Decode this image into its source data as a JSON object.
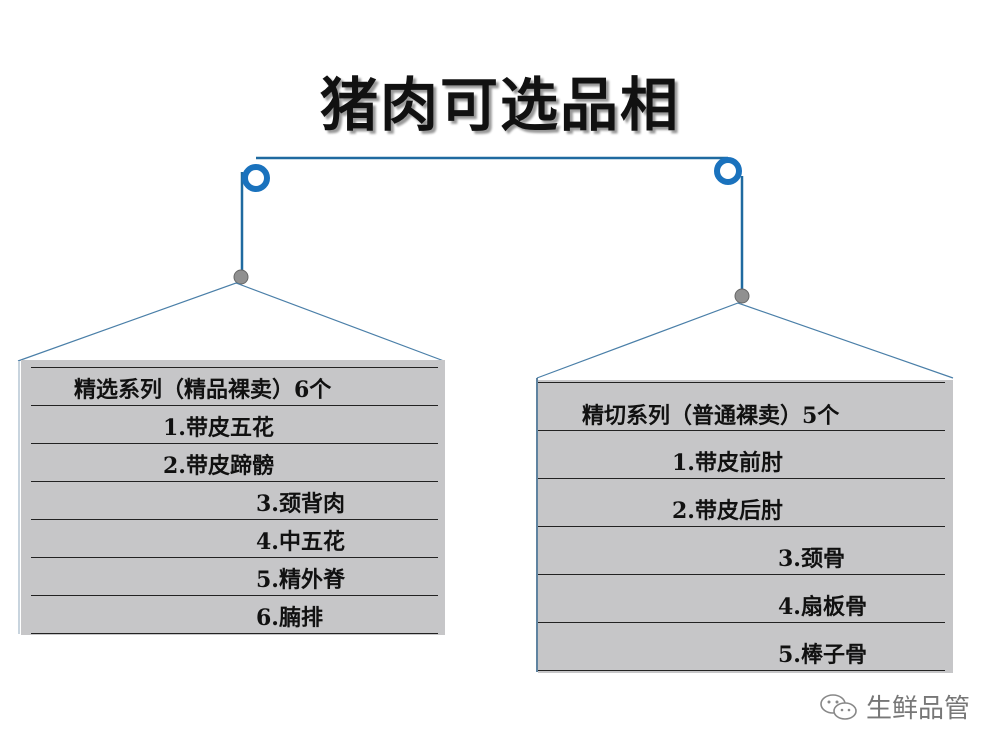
{
  "title": "猪肉可选品相",
  "left_table": {
    "header": "精选系列（精品裸卖）6个",
    "items": [
      "1.带皮五花",
      "2.带皮蹄髈",
      "3.颈背肉",
      "4.中五花",
      "5.精外脊",
      "6.腩排"
    ]
  },
  "right_table": {
    "header": "精切系列（普通裸卖）5个",
    "items": [
      "1.带皮前肘",
      "2.带皮后肘",
      "3.颈骨",
      "4.扇板骨",
      "5.棒子骨"
    ]
  },
  "watermark": {
    "icon": "wechat-icon",
    "text": "生鲜品管"
  },
  "colors": {
    "line": "#1f6aa0",
    "ring": "#1a72bd",
    "panel": "#c6c6c8",
    "dot": "#909090"
  }
}
